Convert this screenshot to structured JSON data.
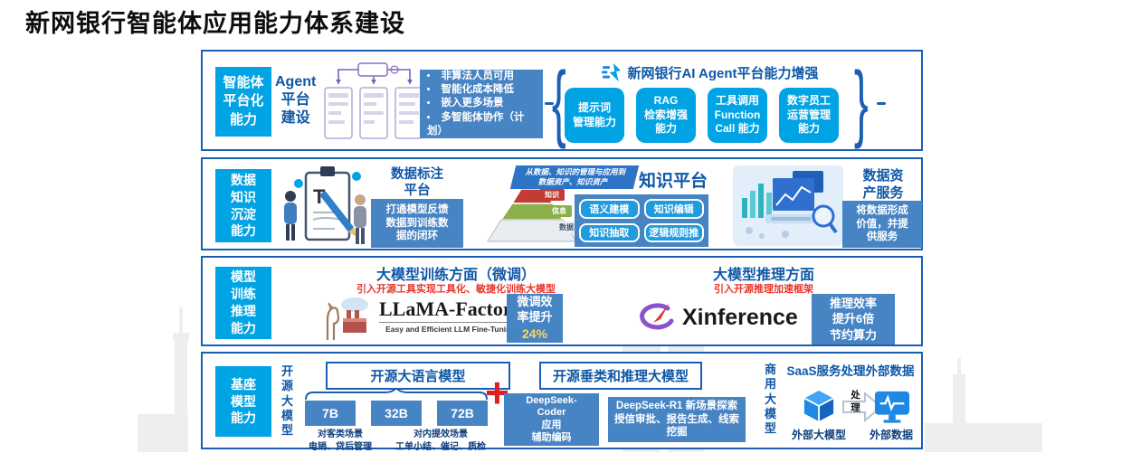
{
  "title": "新网银行智能体应用能力体系建设",
  "colors": {
    "cyan": "#00A3E4",
    "steel": "#4784C4",
    "navy": "#0F57A7",
    "border": "#1A5FB5",
    "red": "#E8372C",
    "yellow": "#FFD84D"
  },
  "row1": {
    "label": "智能体\n平台化\n能力",
    "agent_title": "Agent\n平台\n建设",
    "bullets": [
      "非算法人员可用",
      "智能化成本降低",
      "嵌入更多场景",
      "多智能体协作（计划）"
    ],
    "brace_left": "{",
    "brace_right": "}",
    "enhance_title": "新网银行AI Agent平台能力增强",
    "capabilities": [
      "提示词\n管理能力",
      "RAG\n检索增强\n能力",
      "工具调用\nFunction\nCall 能力",
      "数字员工\n运营管理\n能力"
    ]
  },
  "row2": {
    "label": "数据\n知识\n沉淀\n能力",
    "anno_title": "数据标注\n平台",
    "anno_box": "打通模型反馈\n数据到训练数\n据的闭环",
    "banner": "从数据、知识的管理与应用到\n数据资产、知识资产",
    "knowledge_title": "知识平台",
    "knowledge_items": [
      "语义建模",
      "知识编辑",
      "知识抽取",
      "逻辑规则推"
    ],
    "pyramid_tags": [
      "知识",
      "信息",
      "数据"
    ],
    "asset_title": "数据资\n产服务",
    "asset_box": "将数据形成\n价值，并提\n供服务",
    "clipboard_letter": "T"
  },
  "row3": {
    "label": "模型\n训练\n推理\n能力",
    "train_title": "大模型训练方面（微调）",
    "train_sub": "引入开源工具实现工具化、敏捷化训练大模型",
    "llama_name": "LLaMA-Factory",
    "llama_sub": "Easy and Efficient LLM Fine-Tuning",
    "train_box": "微调效\n率提升",
    "train_value": "24%",
    "infer_title": "大模型推理方面",
    "infer_sub": "引入开源推理加速框架",
    "xinference_name": "Xinference",
    "infer_box": "推理效率\n提升6倍\n节约算力"
  },
  "row4": {
    "label": "基座\n模型\n能力",
    "open_source_vertical": "开源大模型",
    "llm_title": "开源大语言模型",
    "sizes": [
      "7B",
      "32B",
      "72B"
    ],
    "caption1": "对客类场景\n电销、贷后管理",
    "caption2": "对内提效场景\n工单小结、催记、质检",
    "plus": "+",
    "vertical_models_title": "开源垂类和推理大模型",
    "deepseek_coder": "DeepSeek-\nCoder\n应用\n辅助编码",
    "deepseek_r1": "DeepSeek-R1 新场景探索\n授信审批、报告生成、线索\n挖掘",
    "commercial_vertical": "商用大模型",
    "saas_title": "SaaS服务处理外部数据",
    "ext_model_label": "外部大模型",
    "process_label": "处理",
    "ext_data_label": "外部数据"
  }
}
